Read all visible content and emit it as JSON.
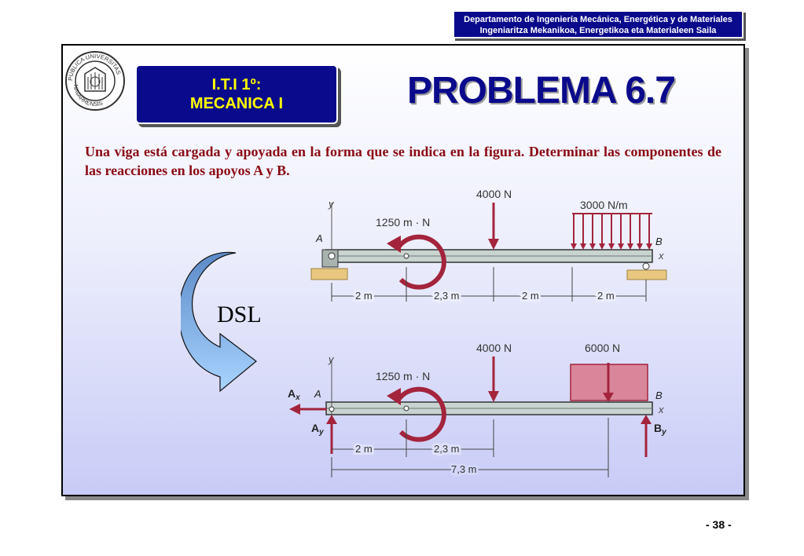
{
  "header": {
    "department_line1": "Departamento de Ingeniería Mecánica, Energética y de Materiales",
    "department_line2": "Ingeniaritza  Mekanikoa, Energetikoa eta Materialeen Saila"
  },
  "seal": {
    "text_top": "PUBLICA UNIVERSITAS",
    "text_bottom": "NAVARRENSIS"
  },
  "course": {
    "line1": "I.T.I 1º:",
    "line2": "MECANICA I"
  },
  "title": "PROBLEMA 6.7",
  "problem_text": "Una viga está cargada y apoyada en la forma que se indica en la figura. Determinar las componentes de las reacciones en los apoyos A y B.",
  "dsl_label": "DSL",
  "figure_top": {
    "axis_y": "y",
    "axis_x": "x",
    "point_a": "A",
    "point_b": "B",
    "moment": "1250 m · N",
    "point_load": "4000 N",
    "distributed_load": "3000 N/m",
    "dims": [
      "2 m",
      "2,3 m",
      "2 m",
      "2 m"
    ]
  },
  "figure_bottom": {
    "axis_y": "y",
    "axis_x": "x",
    "point_a": "A",
    "point_b": "B",
    "moment": "1250 m · N",
    "point_load": "4000 N",
    "resultant_load": "6000 N",
    "reaction_ax": "A",
    "reaction_ax_sub": "x",
    "reaction_ay": "A",
    "reaction_ay_sub": "y",
    "reaction_by": "B",
    "reaction_by_sub": "y",
    "dims": [
      "2 m",
      "2,3 m"
    ],
    "dim_total": "7,3 m"
  },
  "page_number": "- 38 -",
  "colors": {
    "navy": "#0a0a8c",
    "yellow": "#ffff00",
    "text_red": "#8b0a14",
    "load_red": "#a3243c"
  }
}
